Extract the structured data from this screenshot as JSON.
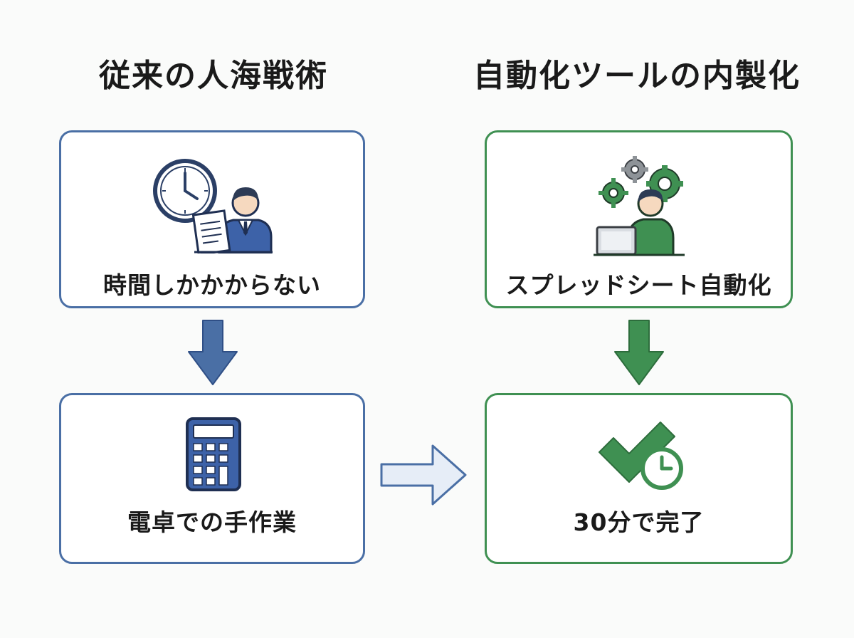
{
  "left_column": {
    "title": "従来の人海戦術",
    "top_card": {
      "label": "時間しかかからない",
      "icon": "clock-and-businessman-icon"
    },
    "bottom_card": {
      "label": "電卓での手作業",
      "icon": "calculator-icon"
    }
  },
  "right_column": {
    "title": "自動化ツールの内製化",
    "top_card": {
      "label": "スプレッドシート自動化",
      "icon": "gears-and-laptop-worker-icon"
    },
    "bottom_card": {
      "label": "30分で完了",
      "icon": "checkmark-clock-icon"
    }
  },
  "colors": {
    "blue": "#4a6fa5",
    "blue_dark": "#2f4f86",
    "green": "#3f9052",
    "arrow_light": "#e6edf7"
  }
}
